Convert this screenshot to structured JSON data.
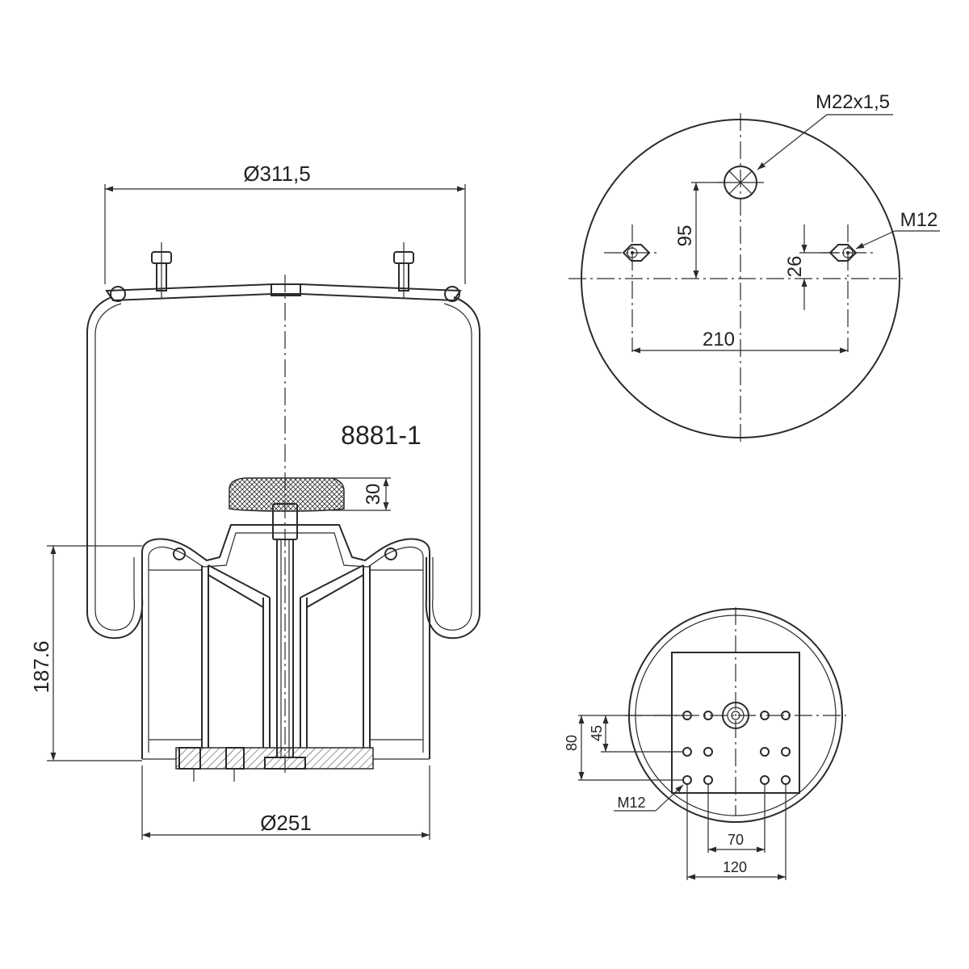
{
  "side_view": {
    "part_number": "8881-1",
    "top_diameter": "Ø311,5",
    "bottom_diameter": "Ø251",
    "height": "187.6",
    "bumper_height": "30"
  },
  "top_view": {
    "center_thread": "M22x1,5",
    "stud_thread": "M12",
    "offset_95": "95",
    "offset_26": "26",
    "spacing_210": "210"
  },
  "bottom_view": {
    "thread": "M12",
    "dim_80": "80",
    "dim_45": "45",
    "dim_70": "70",
    "dim_120": "120"
  }
}
